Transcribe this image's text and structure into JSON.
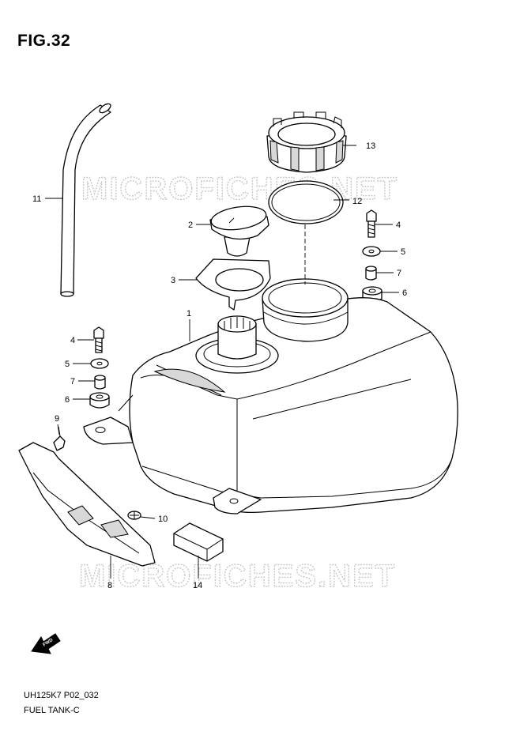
{
  "figure": {
    "title": "FIG.32",
    "code": "UH125K7 P02_032",
    "name": "FUEL TANK-C"
  },
  "watermark": {
    "text": "MICROFICHES.NET",
    "color": "#c9c9c9"
  },
  "forward_marker": {
    "label": "FWD"
  },
  "callouts": {
    "c1": "1",
    "c2": "2",
    "c3": "3",
    "c4a": "4",
    "c4b": "4",
    "c5a": "5",
    "c5b": "5",
    "c6a": "6",
    "c6b": "6",
    "c7a": "7",
    "c7b": "7",
    "c8": "8",
    "c9": "9",
    "c10": "10",
    "c11": "11",
    "c12": "12",
    "c13": "13",
    "c14": "14"
  }
}
